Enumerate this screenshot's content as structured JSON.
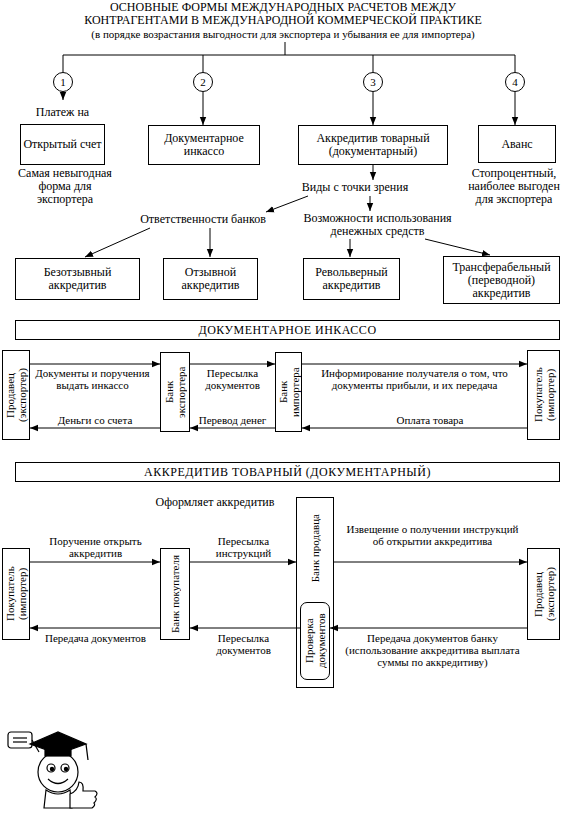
{
  "diagram": {
    "title": "ОСНОВНЫЕ ФОРМЫ МЕЖДУНАРОДНЫХ РАСЧЕТОВ МЕЖДУ КОНТРАГЕНТАМИ В МЕЖДУНАРОДНОЙ КОММЕРЧЕСКОЙ ПРАКТИКЕ",
    "nodes": [
      {
        "text": [
          "1"
        ]
      },
      {
        "text": [
          "2"
        ]
      },
      {
        "text": [
          "3"
        ]
      },
      {
        "text": [
          "4"
        ]
      },
      {
        "text": [
          "Платеж на",
          "Открытый счет"
        ]
      },
      {
        "text": [
          "Документарное инкассо"
        ]
      },
      {
        "text": [
          "Аккредитив товарный (документарный)"
        ]
      },
      {
        "text": [
          "Аванс"
        ]
      },
      {
        "text": [
          "Безотзывный аккредитив"
        ]
      },
      {
        "text": [
          "Отзывной аккредитив"
        ]
      },
      {
        "text": [
          "Револьверный аккредитив"
        ]
      },
      {
        "text": [
          "Трансферабельный (переводной) аккредитив"
        ]
      },
      {
        "text": [
          "ДОКУМЕНТАРНОЕ ИНКАССО"
        ]
      },
      {
        "text": [
          "Продавец (экспортер)"
        ]
      },
      {
        "text": [
          "Банк экспортера"
        ]
      },
      {
        "text": [
          "Банк импортера"
        ]
      },
      {
        "text": [
          "Покупатель (импортер)"
        ]
      },
      {
        "text": [
          "АККРЕДИТИВ ТОВАРНЫЙ (ДОКУМЕНТАРНЫЙ)"
        ]
      },
      {
        "text": [
          "Покупатель (импортер)"
        ]
      },
      {
        "text": [
          "Банк покупателя"
        ]
      },
      {
        "text": [
          "Банк продавца"
        ]
      },
      {
        "text": [
          "Проверка документов"
        ],
        "in": 20
      },
      {
        "text": [
          "Продавец (экспортер)"
        ]
      }
    ],
    "edges": [
      {
        "from": 0,
        "to": 4,
        "arrow": "to"
      },
      {
        "from": 1,
        "to": 5,
        "arrow": "to"
      },
      {
        "from": 2,
        "to": 6,
        "arrow": "to"
      },
      {
        "from": 3,
        "to": 7,
        "arrow": "to"
      },
      {
        "from": 13,
        "to": 14,
        "label": "Документы и поручения выдать инкассо",
        "arrow": "to"
      },
      {
        "from": 14,
        "to": 15,
        "label": "Пересылка документов",
        "arrow": "to"
      },
      {
        "from": 15,
        "to": 16,
        "label": "Информирование получателя о том, что документы прибыли, и их передача",
        "arrow": "to"
      },
      {
        "from": 16,
        "to": 15,
        "label": "Оплата товара",
        "arrow": "to"
      },
      {
        "from": 15,
        "to": 14,
        "label": "Перевод денег",
        "arrow": "to"
      },
      {
        "from": 14,
        "to": 13,
        "label": "Деньги со счета",
        "arrow": "to"
      },
      {
        "from": 18,
        "to": 19,
        "label": "Поручение открыть аккредитив",
        "arrow": "to"
      },
      {
        "from": 19,
        "to": 20,
        "label": "Пересылка инструкций",
        "arrow": "to"
      },
      {
        "from": 20,
        "to": 22,
        "label": "Извещение о получении инструкций об открытии аккредитива",
        "arrow": "to"
      },
      {
        "from": 22,
        "to": 21,
        "label": "Передача документов банку (использование аккредитива выплата суммы по аккредитиву)",
        "arrow": "to"
      },
      {
        "from": 21,
        "to": 19,
        "label": "Пересылка документов",
        "arrow": "to"
      },
      {
        "from": 19,
        "to": 18,
        "label": "Передача документов",
        "arrow": "to"
      }
    ],
    "labels": [
      "(в порядке возрастания выгодности для экспортера и убывания ее для импортера)",
      "Самая невыгодная форма для экспортера",
      "Стопроцентный, наиболее выгоден для экспортера",
      "Виды с точки зрения",
      "Ответственности банков",
      "Возможности использования денежных средств",
      "Оформляет аккредитив"
    ]
  }
}
